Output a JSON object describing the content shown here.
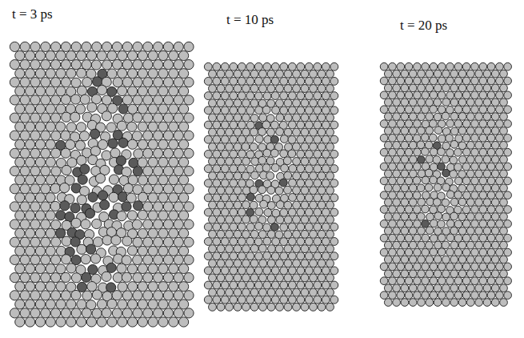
{
  "diagram": {
    "labels": [
      "t = 3 ps",
      "t = 10 ps",
      "t = 20 ps"
    ]
  }
}
